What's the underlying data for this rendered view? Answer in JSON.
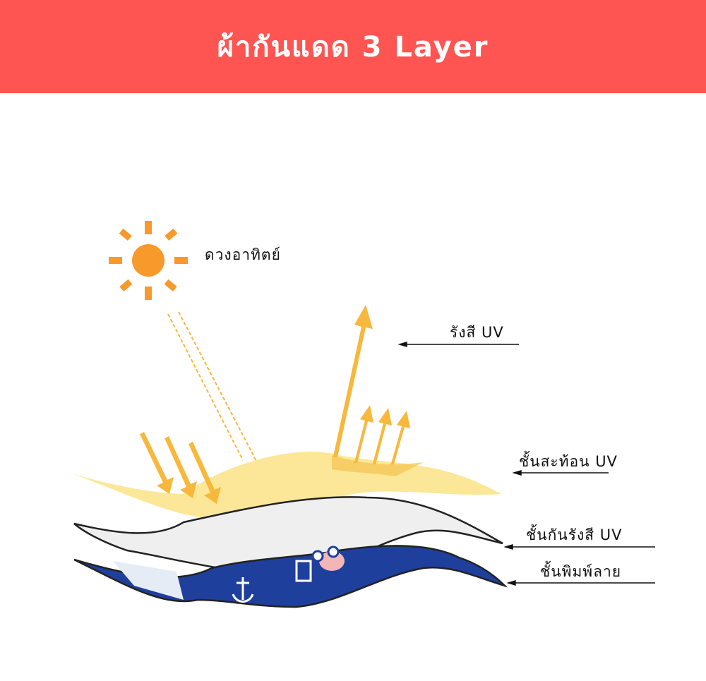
{
  "header": {
    "title": "ผ้ากันแดด 3 Layer",
    "background_color": "#fe5552"
  },
  "diagram": {
    "sun": {
      "label": "ดวงอาทิตย์",
      "color": "#f8992b"
    },
    "labels": [
      {
        "id": "uv-rays",
        "text": "รังสี UV"
      },
      {
        "id": "uv-reflect-layer",
        "text": "ชั้นสะท้อน UV"
      },
      {
        "id": "uv-block-layer",
        "text": "ชั้นกันรังสี UV"
      },
      {
        "id": "print-layer",
        "text": "ชั้นพิมพ์ลาย"
      }
    ],
    "colors": {
      "arrow": "#f7b83c",
      "reflect_layer": "#fbe48c",
      "block_layer": "#eeeeee",
      "print_layer": "#1e3f9c"
    }
  }
}
